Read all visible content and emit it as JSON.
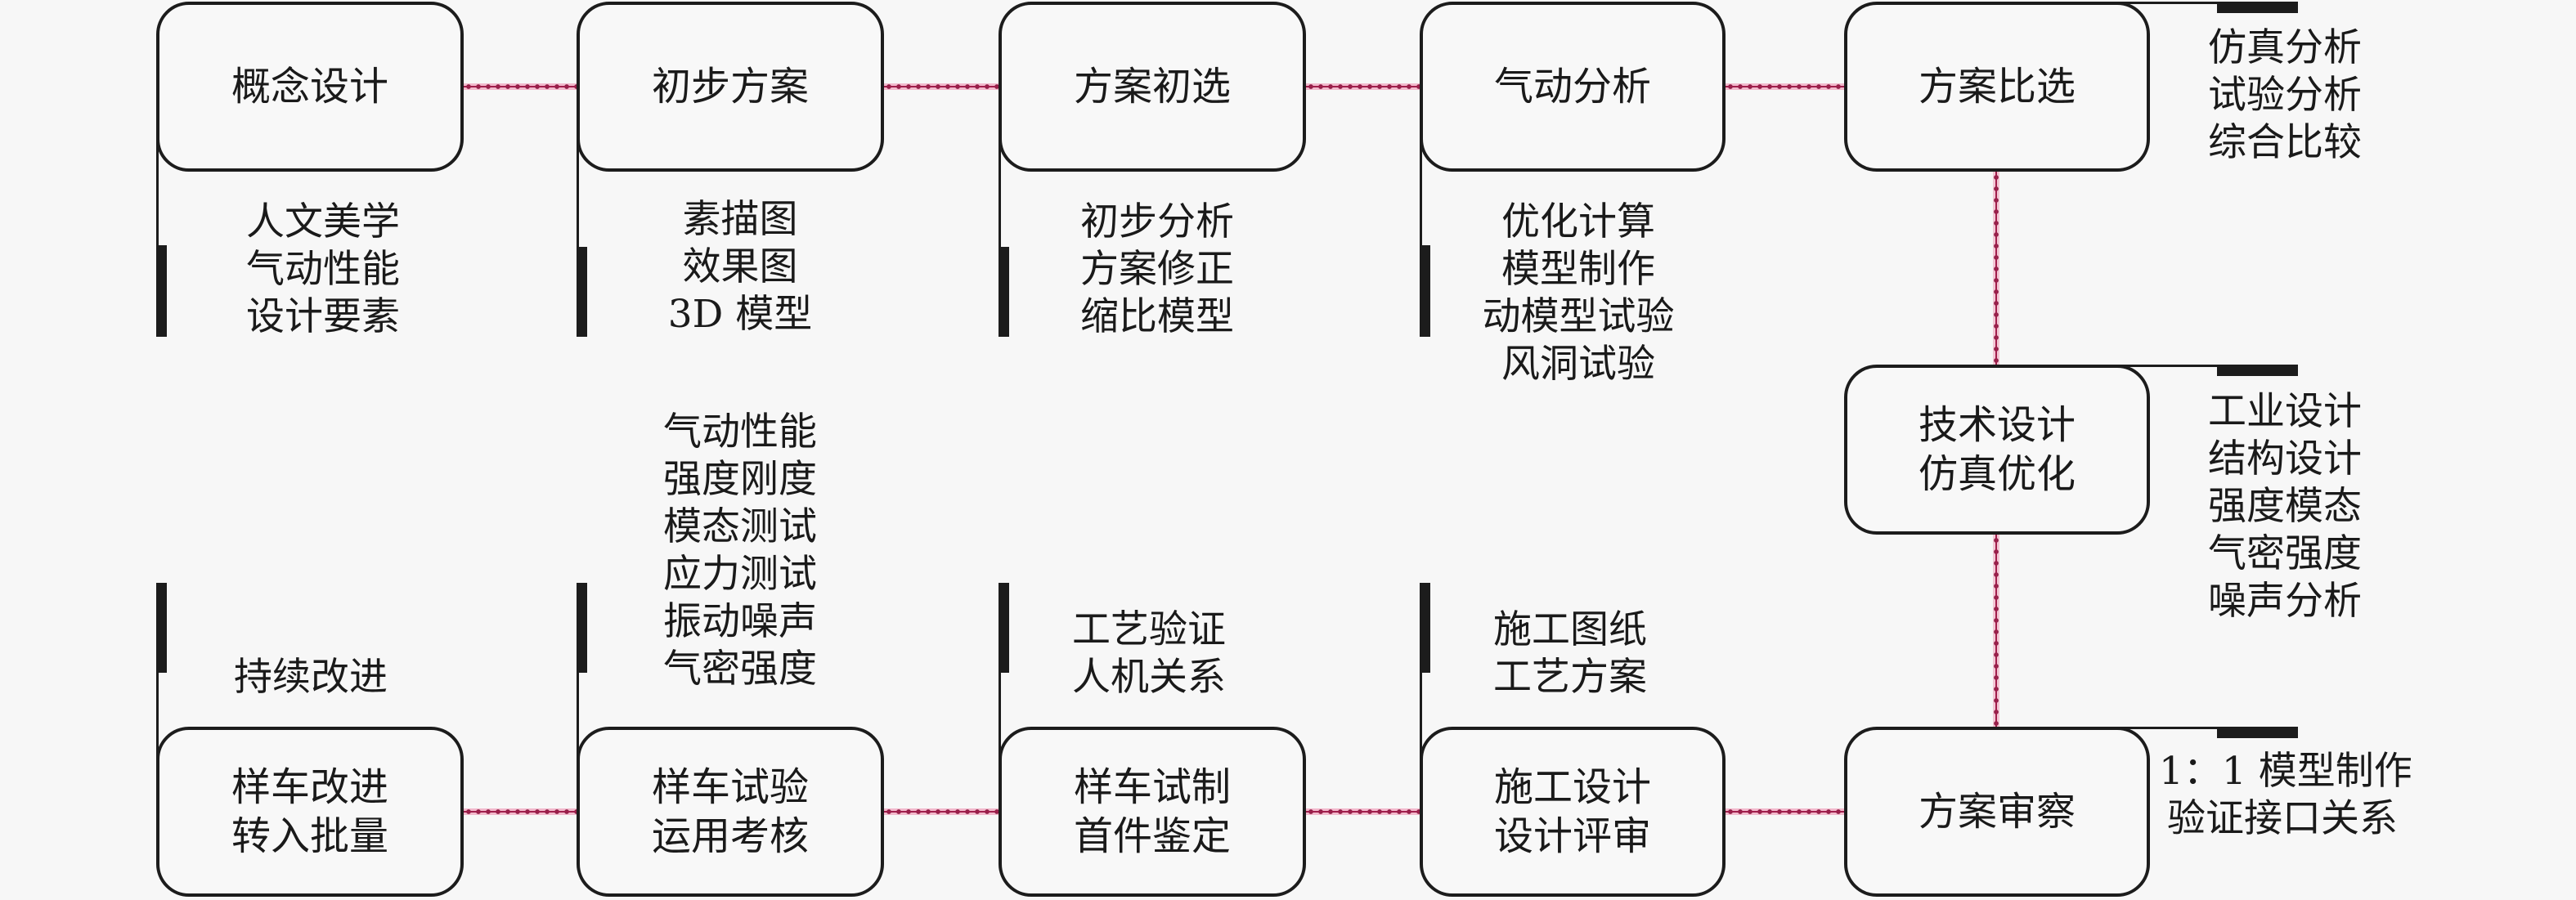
{
  "colors": {
    "background": "#f7f7f7",
    "box_border": "#1c1c1c",
    "connector": "#a01f4c",
    "connector_halo": "#f2b9cc"
  },
  "top_row": [
    {
      "box": [
        "概念设计"
      ],
      "notes": [
        "人文美学",
        "气动性能",
        "设计要素"
      ]
    },
    {
      "box": [
        "初步方案"
      ],
      "notes": [
        "素描图",
        "效果图",
        "3D 模型"
      ]
    },
    {
      "box": [
        "方案初选"
      ],
      "notes": [
        "初步分析",
        "方案修正",
        "缩比模型"
      ]
    },
    {
      "box": [
        "气动分析"
      ],
      "notes": [
        "优化计算",
        "模型制作",
        "动模型试验",
        "风洞试验"
      ]
    },
    {
      "box": [
        "方案比选"
      ],
      "notes": [
        "仿真分析",
        "试验分析",
        "综合比较"
      ]
    }
  ],
  "middle_right": {
    "box": [
      "技术设计",
      "仿真优化"
    ],
    "notes": [
      "工业设计",
      "结构设计",
      "强度模态",
      "气密强度",
      "噪声分析"
    ]
  },
  "bottom_row": [
    {
      "box": [
        "样车改进",
        "转入批量"
      ],
      "notes": [
        "持续改进"
      ]
    },
    {
      "box": [
        "样车试验",
        "运用考核"
      ],
      "notes": [
        "气动性能",
        "强度刚度",
        "模态测试",
        "应力测试",
        "振动噪声",
        "气密强度"
      ]
    },
    {
      "box": [
        "样车试制",
        "首件鉴定"
      ],
      "notes": [
        "工艺验证",
        "人机关系"
      ]
    },
    {
      "box": [
        "施工设计",
        "设计评审"
      ],
      "notes": [
        "施工图纸",
        "工艺方案"
      ]
    },
    {
      "box": [
        "方案审察"
      ],
      "notes": [
        "1：1 模型制作",
        "验证接口关系"
      ]
    }
  ]
}
